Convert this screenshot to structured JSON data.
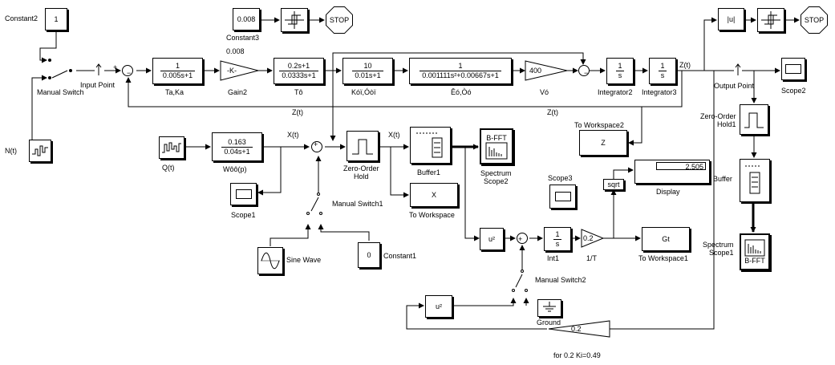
{
  "blocks": {
    "constant2": {
      "value": "1",
      "label": "Constant2"
    },
    "constant3": {
      "value": "0.008",
      "label": "Constant3"
    },
    "stop1": "STOP",
    "stop2": "STOP",
    "abs": "|u|",
    "manual_switch": "Manual Switch",
    "input_point": "Input Point",
    "output_point": "Output Point",
    "nt": "N(t)",
    "tf_taka": {
      "num": "1",
      "den": "0.005s+1",
      "label": "Ta,Ka"
    },
    "gain2": {
      "value": "-K-",
      "top": "0.008",
      "label": "Gain2"
    },
    "tf_t": {
      "num": "0.2s+1",
      "den": "0.0333s+1",
      "label": "Tô"
    },
    "tf_k": {
      "num": "10",
      "den": "0.01s+1",
      "label": "Kóï,Óòï"
    },
    "tf_e": {
      "num": "1",
      "den": "0.001111s²+0.00667s+1",
      "label": "Êó,Òó"
    },
    "vo": {
      "value": "400",
      "label": "Vó"
    },
    "int2": {
      "num": "1",
      "den": "s",
      "label": "Integrator2"
    },
    "int3": {
      "num": "1",
      "den": "s",
      "label": "Integrator3"
    },
    "zt_out": "Z(t)",
    "zt_mid": "Z(t)",
    "zt_right": "Z(t)",
    "scope2": "Scope2",
    "zoh1": "Zero-Order\nHold1",
    "buffer": "Buffer",
    "spectrum1": {
      "tag": "B-FFT",
      "label": "Spectrum\nScope1"
    },
    "qt": "Q(t)",
    "tf_w": {
      "num": "0.163",
      "den": "0.04s+1",
      "label": "Wôô(p)"
    },
    "xt1": "X(t)",
    "xt2": "X(t)",
    "scope1": "Scope1",
    "zoh": "Zero-Order\nHold",
    "buffer1": "Buffer1",
    "spectrum2": {
      "tag": "B-FFT",
      "label": "Spectrum\nScope2"
    },
    "to_workspace": {
      "value": "X",
      "label": "To Workspace"
    },
    "to_workspace2": {
      "value": "Z",
      "label": "To Workspace2"
    },
    "manual_switch1": "Manual Switch1",
    "sine_wave": "Sine Wave",
    "constant1": {
      "value": "0",
      "label": "Constant1"
    },
    "scope3": "Scope3",
    "sqrt": "sqrt",
    "display": {
      "value": "2.505",
      "label": "Display"
    },
    "u2a": "u²",
    "int1": {
      "num": "1",
      "den": "s",
      "label": "Int1"
    },
    "gain_1t": {
      "value": "0.2",
      "label": "1/T"
    },
    "to_workspace1": {
      "value": "Gt",
      "label": "To Workspace1"
    },
    "manual_switch2": "Manual Switch2",
    "u2b": "u²",
    "ground": "Ground",
    "gain_fb": {
      "value": "0.2",
      "label": "for 0.2 Ki=0.49"
    }
  }
}
